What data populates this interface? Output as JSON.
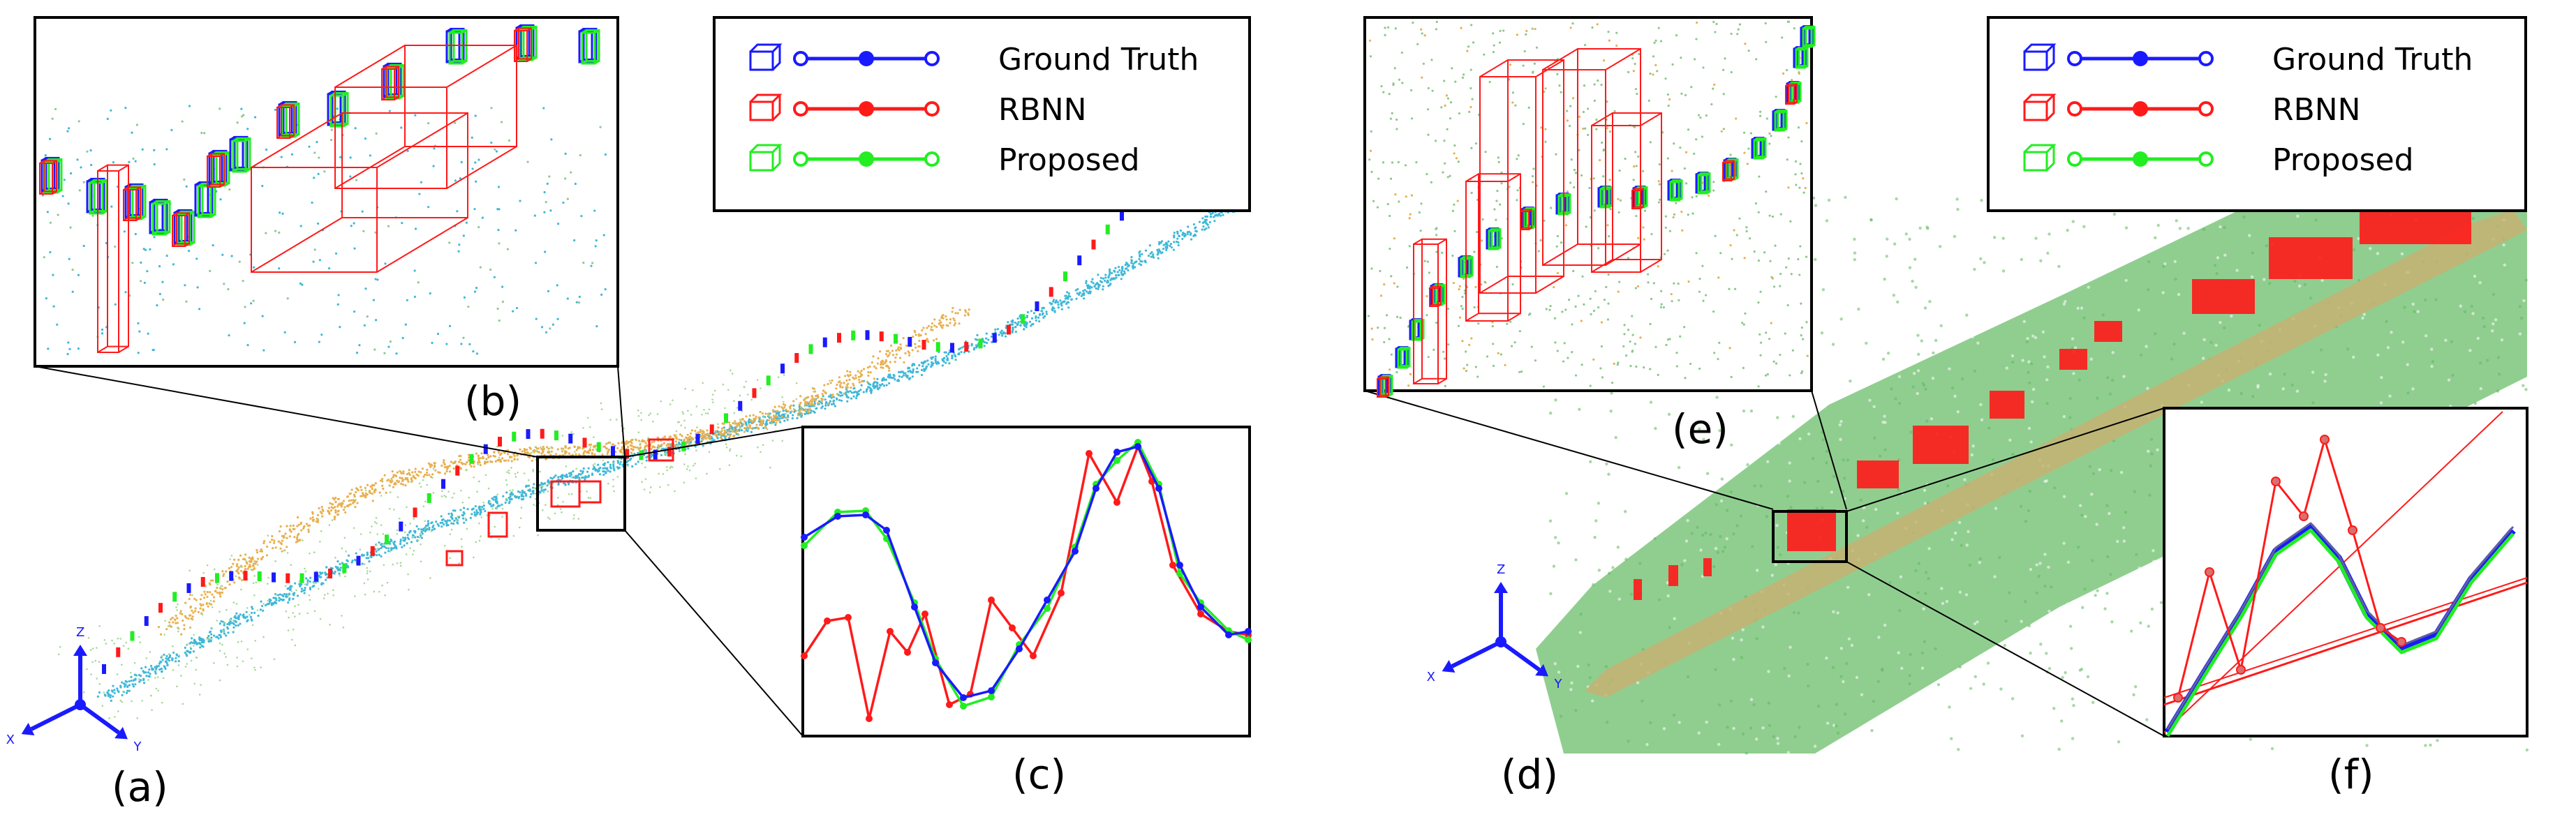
{
  "panels": {
    "a": "(a)",
    "b": "(b)",
    "c": "(c)",
    "d": "(d)",
    "e": "(e)",
    "f": "(f)"
  },
  "legend": {
    "items": [
      {
        "label": "Ground Truth",
        "color": "#1a1aff"
      },
      {
        "label": "RBNN",
        "color": "#ff1a1a"
      },
      {
        "label": "Proposed",
        "color": "#22ee22"
      }
    ]
  },
  "axes": {
    "x": "X",
    "y": "Y",
    "z": "Z"
  },
  "colors": {
    "gt": "#1a1aff",
    "rbnn": "#ff1a1a",
    "proposed": "#22ee22",
    "cyan_points": "#3fb8d8",
    "orange_points": "#e8b050",
    "green_ground": "#6cc06c"
  }
}
